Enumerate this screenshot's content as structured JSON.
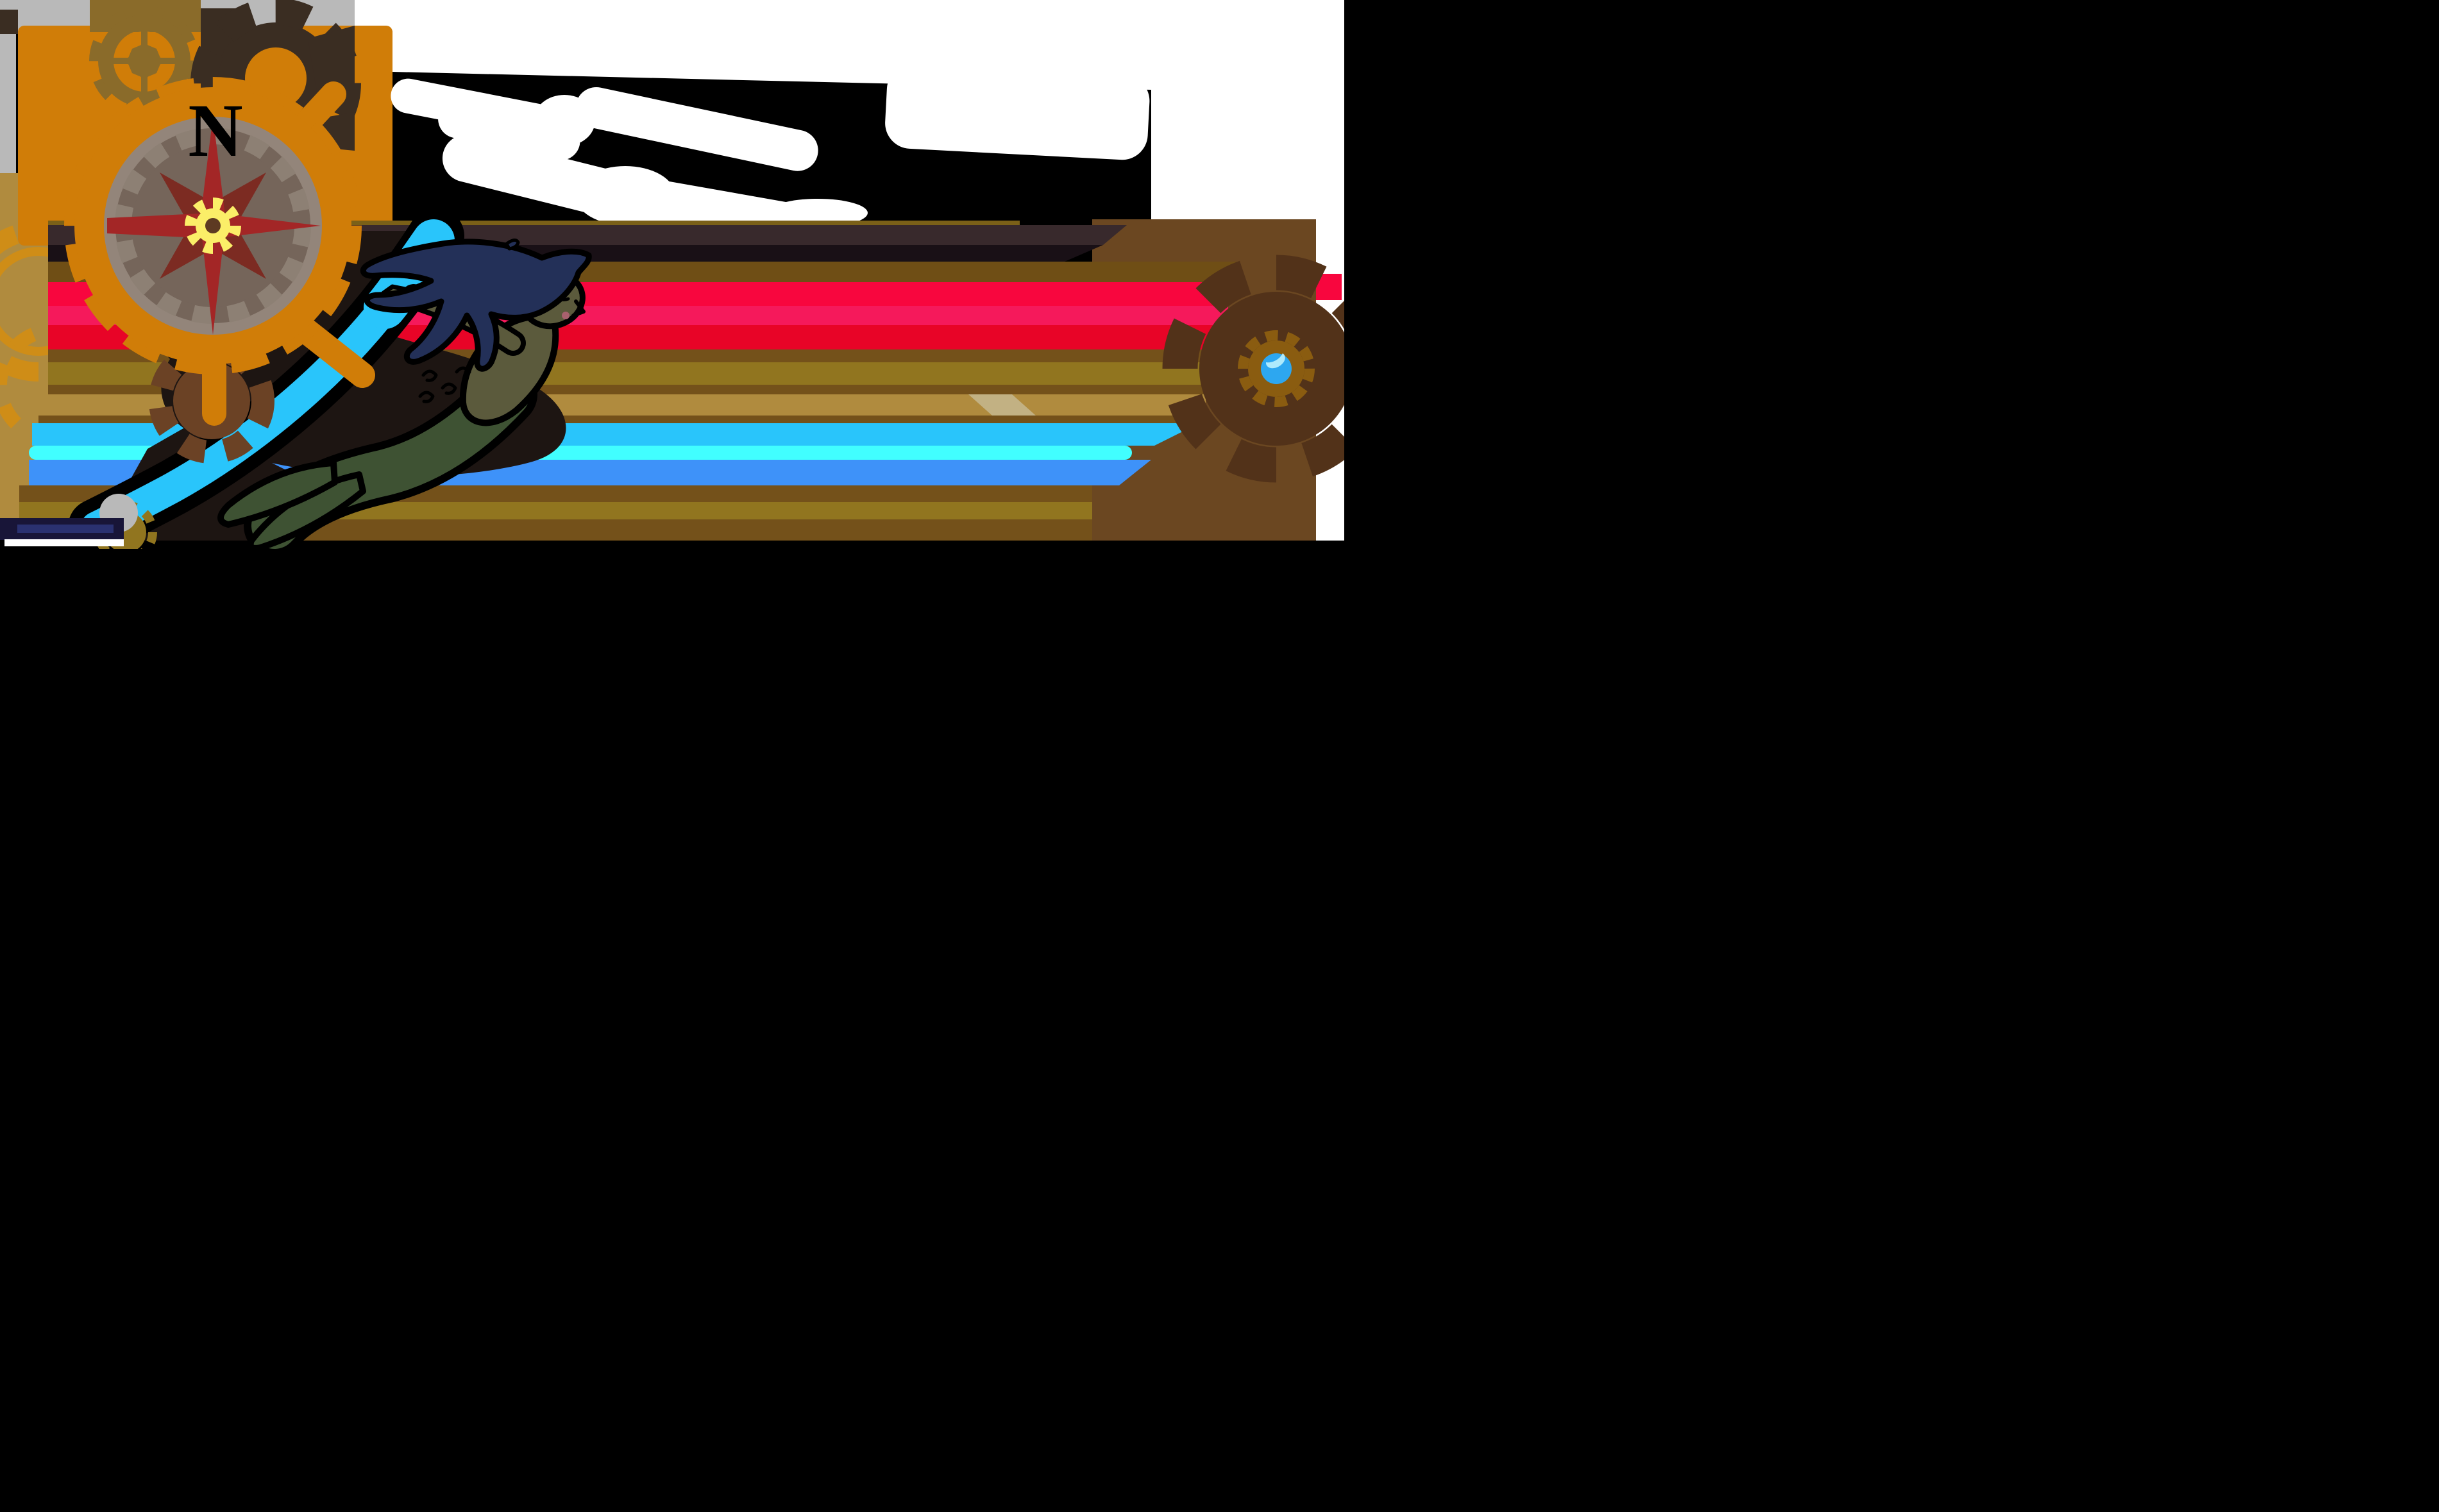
{
  "artwork": {
    "title_elements": [
      "steampunk-banner"
    ],
    "compass": {
      "cardinal_label": "N"
    },
    "icons": [
      "compass-rose-icon",
      "ship-wheel-icon",
      "gear-icon",
      "cloud-icon",
      "mermaid-figure",
      "gem-gear-icon"
    ]
  },
  "palette": {
    "black": "#000000",
    "white": "#ffffff",
    "silver": "#b9b9b9",
    "orange": "#d07d08",
    "gold": "#8a6b2a",
    "gold-bright": "#cf8d17",
    "panel-brown": "#6b4721",
    "gear-dark": "#3a2d22",
    "gear-dark-right": "#523219",
    "gear-gold": "#8a5c10",
    "gem-blue": "#2da7f0",
    "gem-highlight": "#aeeafc",
    "tan": "#b08b3e",
    "tan-pale": "#c2b183",
    "stripe-brown": "#74511a",
    "stripe-brown-dark": "#6f4e15",
    "olive": "#91751f",
    "olive-dark": "#7a6018",
    "red-top": "#f8063e",
    "red-pink": "#f5195b",
    "red-deep": "#e80427",
    "cyan": "#29c5fb",
    "cyan-bright": "#41feff",
    "blue": "#3e92f9",
    "navy-dark": "#181538",
    "navy-blue": "#2a3170",
    "face-gray": "#75655a",
    "face-gray-light": "#8d8074",
    "ring-gray": "#93857a",
    "rose-red": "#a32626",
    "rose-maroon": "#7c2b22",
    "center-yellow": "#fbee68",
    "hub-brown": "#5d3a22",
    "slab-top": "#38292c",
    "slab-bottom": "#191016",
    "skin": "#5b5a3c",
    "tail-green": "#3e5233",
    "hair-navy": "#233058",
    "shadow": "#1d1512",
    "lips": "#a8616e",
    "brown-gear": "#6b4225"
  }
}
